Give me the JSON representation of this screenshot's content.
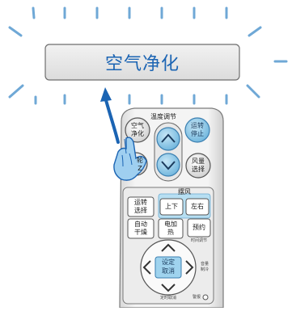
{
  "display": {
    "text": "空气净化"
  },
  "remote": {
    "temp_adjust_label": "温度调节",
    "air_purify_button": {
      "line1": "空气",
      "line2": "净化"
    },
    "run_stop_button": {
      "line1": "运转",
      "line2": "停止"
    },
    "swing_button": {
      "line1": "轮",
      "line2": "Z"
    },
    "fan_speed_button": {
      "line1": "风量",
      "line2": "选择"
    },
    "swing_label": "摆风",
    "mode_select_button": {
      "line1": "运转",
      "line2": "选择"
    },
    "swing_updown_button": "上下",
    "swing_leftright_button": "左右",
    "auto_dry_button": {
      "line1": "自动",
      "line2": "干燥"
    },
    "electric_heat_button": {
      "line1": "电加",
      "line2": "热"
    },
    "reserve_button": "预约",
    "reserve_sublabel": "时间调节",
    "set_cancel_button": {
      "line1": "设定",
      "line2": "取消"
    },
    "right_sublabel": {
      "line1": "音量",
      "line2": "制冷"
    },
    "timer_cancel_label": "定时取消",
    "alert_label": "警报"
  },
  "colors": {
    "accent_blue": "#1b64b3",
    "display_bg": "#e6e6e6",
    "remote_body": "#f1f1f1",
    "button_blue": "#8fc9e8",
    "ray_blue": "#6fa8d6"
  }
}
